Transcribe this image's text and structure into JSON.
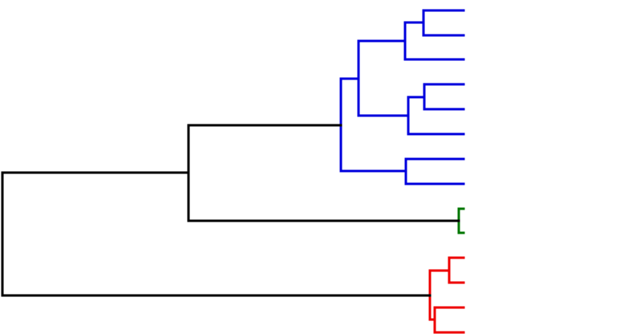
{
  "colors": {
    "link": "#000000",
    "cluster_blue": "#0000dd",
    "cluster_green": "#007700",
    "cluster_red": "#ee0000"
  },
  "tree": {
    "orientation": "left-to-right",
    "leaf_count": 14,
    "clusters": [
      {
        "id": "cluster-blue",
        "color": "cluster_blue",
        "leaves": 8
      },
      {
        "id": "cluster-green",
        "color": "cluster_green",
        "leaves": 2
      },
      {
        "id": "cluster-red",
        "color": "cluster_red",
        "leaves": 4
      }
    ]
  }
}
